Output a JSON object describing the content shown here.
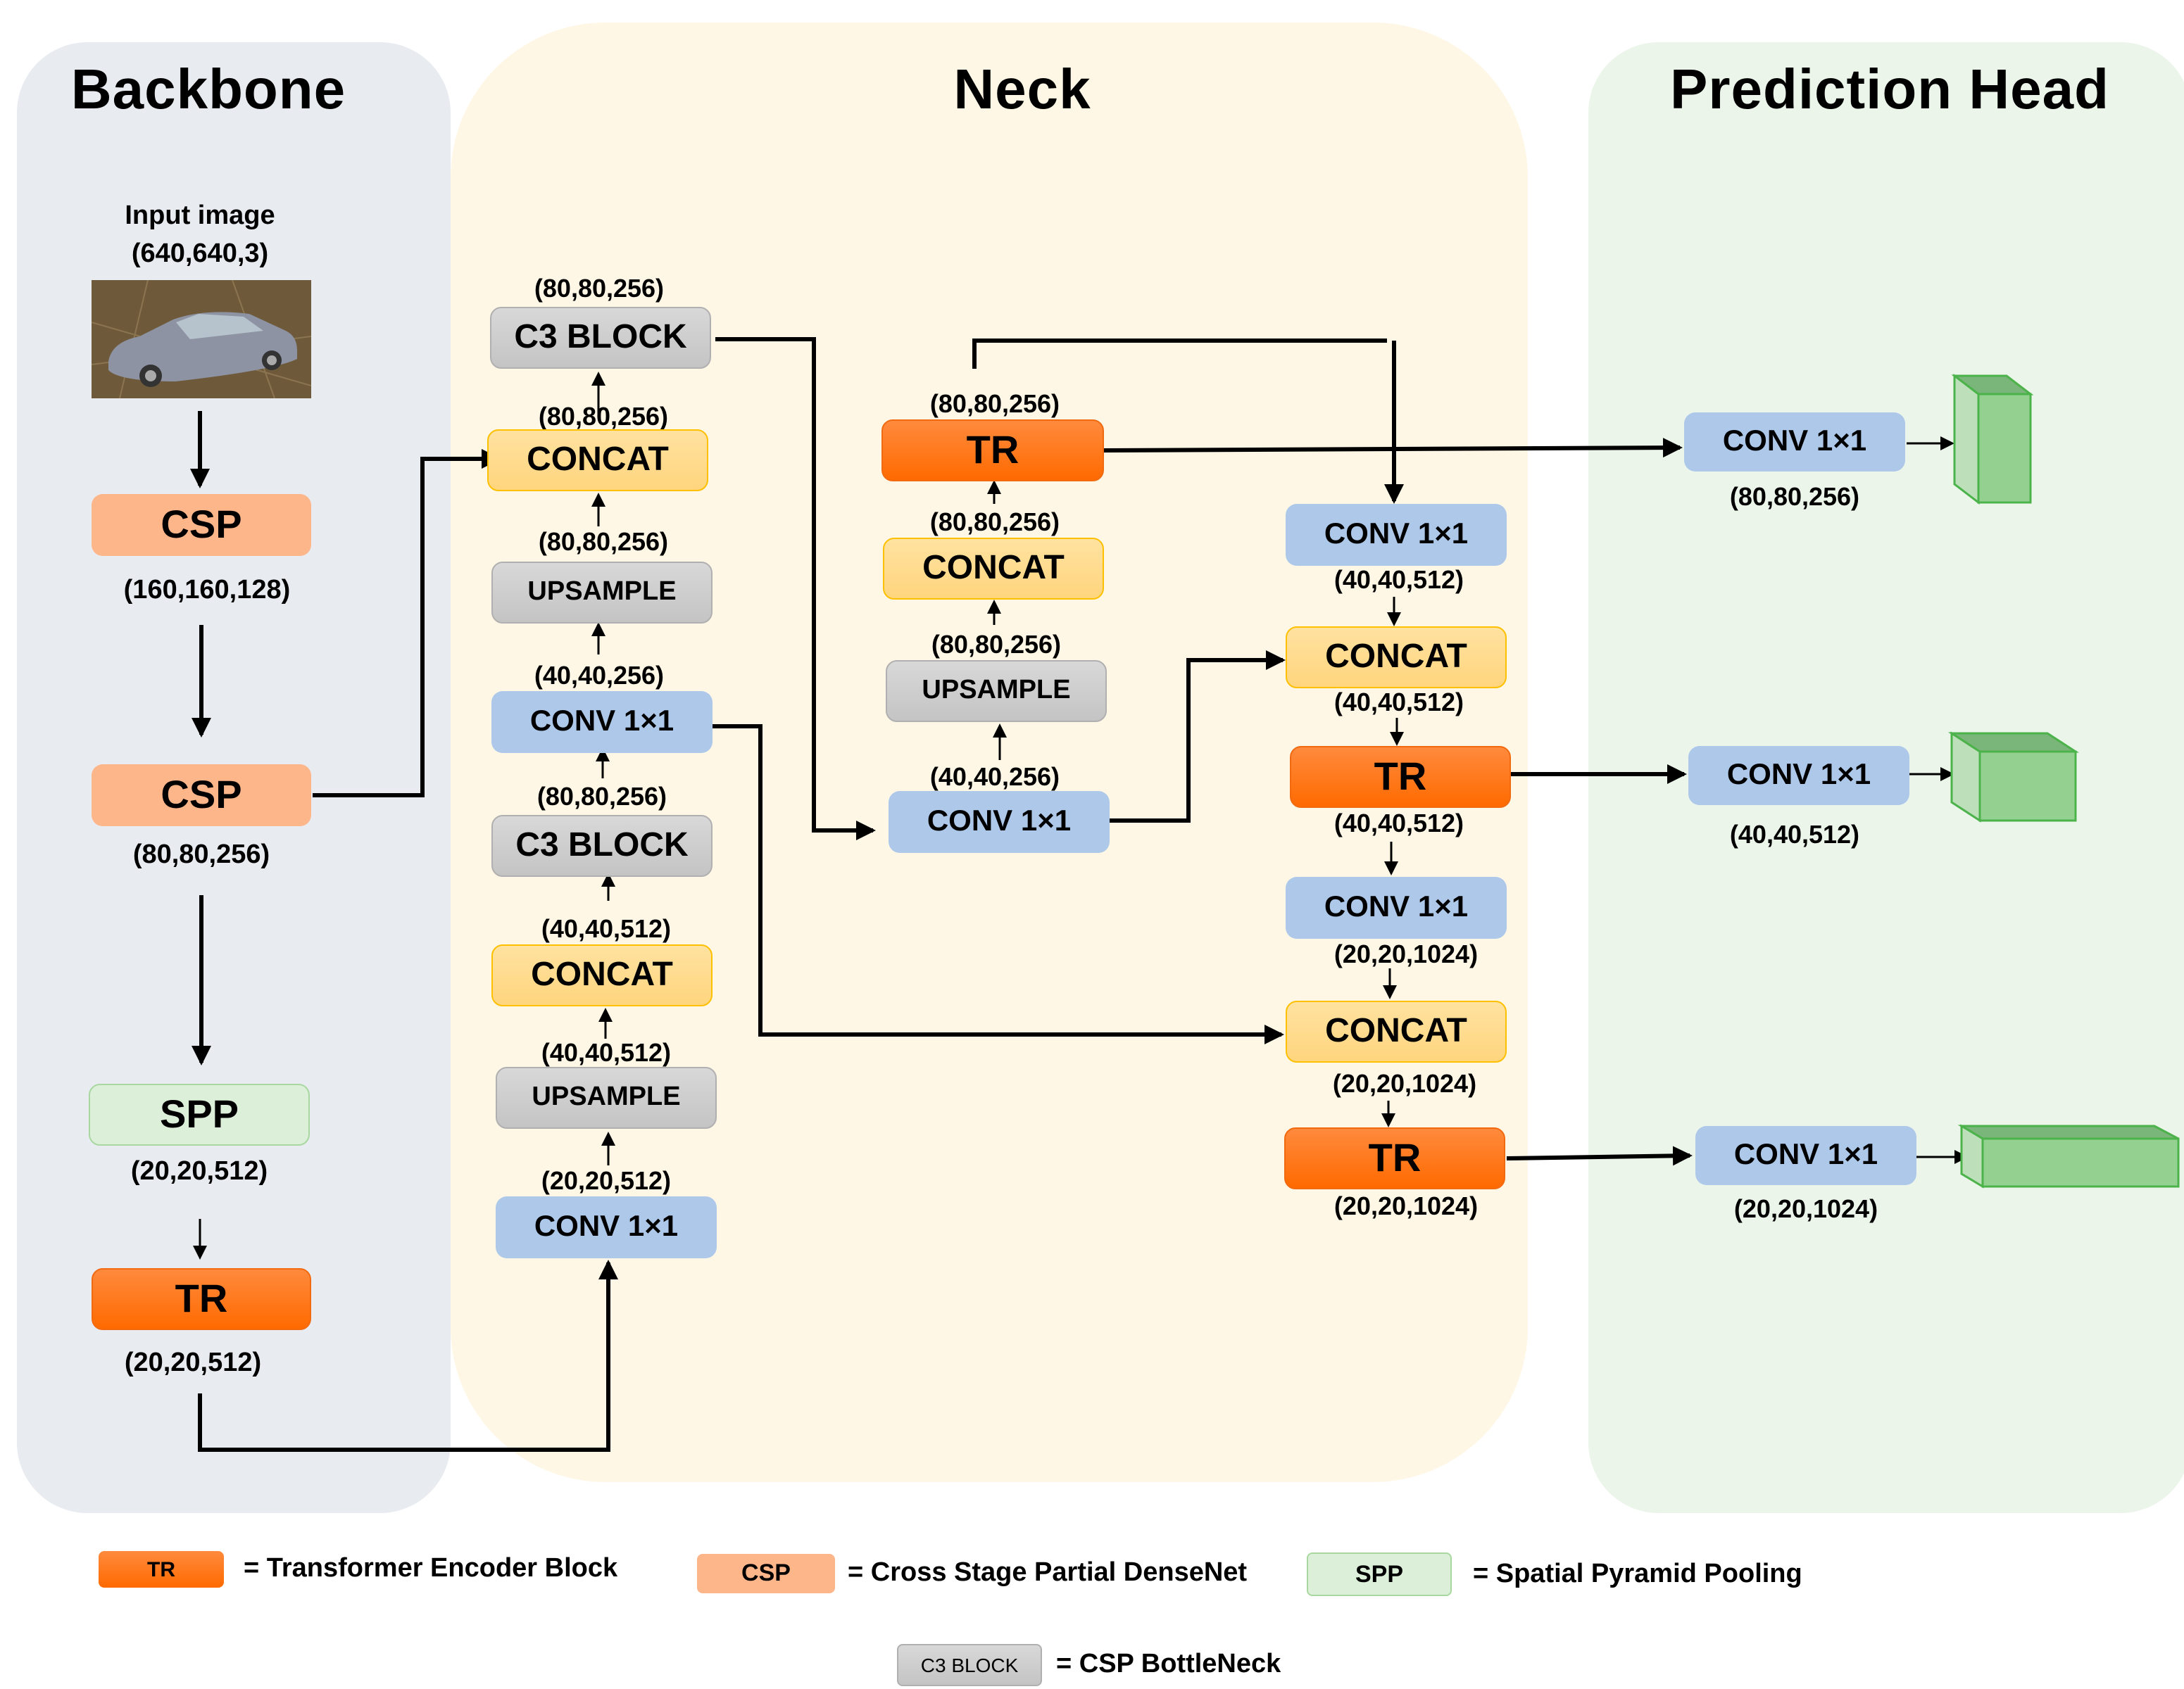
{
  "sections": {
    "backbone": "Backbone",
    "neck": "Neck",
    "head": "Prediction Head"
  },
  "backbone": {
    "input_label": "Input image",
    "input_dim": "(640,640,3)",
    "csp1_label": "CSP",
    "csp1_dim": "(160,160,128)",
    "csp2_label": "CSP",
    "csp2_dim": "(80,80,256)",
    "spp_label": "SPP",
    "spp_dim": "(20,20,512)",
    "tr_label": "TR",
    "tr_dim": "(20,20,512)"
  },
  "neck": {
    "col1": {
      "c3_top_dim": "(80,80,256)",
      "c3_top_label": "C3 BLOCK",
      "concat1_dim": "(80,80,256)",
      "concat1_label": "CONCAT",
      "ups1_dim": "(80,80,256)",
      "ups1_label": "UPSAMPLE",
      "conv1_dim": "(40,40,256)",
      "conv1_label": "CONV 1×1",
      "c3_mid_dim": "(80,80,256)",
      "c3_mid_label": "C3 BLOCK",
      "concat2_dim": "(40,40,512)",
      "concat2_label": "CONCAT",
      "ups2_dim": "(40,40,512)",
      "ups2_label": "UPSAMPLE",
      "conv2_dim": "(20,20,512)",
      "conv2_label": "CONV 1×1"
    },
    "col2": {
      "tr_dim": "(80,80,256)",
      "tr_label": "TR",
      "concat_dim": "(80,80,256)",
      "concat_label": "CONCAT",
      "ups_dim": "(80,80,256)",
      "ups_label": "UPSAMPLE",
      "conv_dim": "(40,40,256)",
      "conv_label": "CONV 1×1"
    },
    "col3": {
      "conv1_label": "CONV 1×1",
      "conv1_dim": "(40,40,512)",
      "concat1_label": "CONCAT",
      "concat1_dim": "(40,40,512)",
      "tr1_label": "TR",
      "tr1_dim": "(40,40,512)",
      "conv2_label": "CONV 1×1",
      "conv2_dim": "(20,20,1024)",
      "concat2_label": "CONCAT",
      "concat2_dim": "(20,20,1024)",
      "tr2_label": "TR",
      "tr2_dim": "(20,20,1024)"
    }
  },
  "head": {
    "conv1_label": "CONV 1×1",
    "conv1_dim": "(80,80,256)",
    "conv2_label": "CONV 1×1",
    "conv2_dim": "(40,40,512)",
    "conv3_label": "CONV 1×1",
    "conv3_dim": "(20,20,1024)"
  },
  "legend": [
    {
      "swatch": "TR",
      "text": "= Transformer Encoder Block"
    },
    {
      "swatch": "CSP",
      "text": "= Cross Stage Partial DenseNet"
    },
    {
      "swatch": "SPP",
      "text": "= Spatial Pyramid Pooling"
    },
    {
      "swatch": "C3 BLOCK",
      "text": "= CSP BottleNeck"
    }
  ],
  "colors": {
    "tr": "#ff6a00",
    "csp": "#fdb58a",
    "spp": "#dcefd9",
    "concat": "#ffd57e",
    "gray_block": "#c8c8c8",
    "conv": "#aec8ea",
    "output_tensor": "#7cc576"
  }
}
